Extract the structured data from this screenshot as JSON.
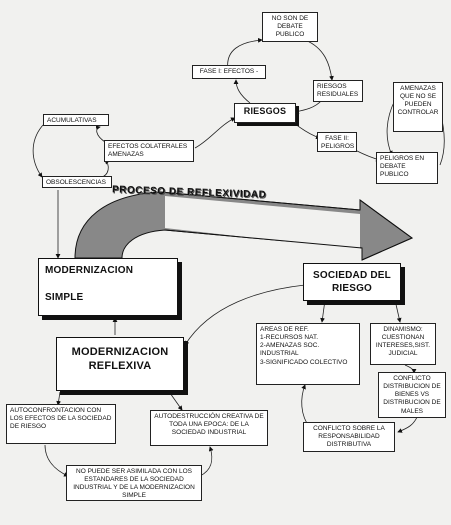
{
  "nodes": {
    "no_son_debate": "NO SON DE DEBATE PUBLICO",
    "fase1": "FASE I: EFECTOS -",
    "riesgos_residuales": "RIESGOS RESIDUALES",
    "amenazas_no_controlar": "AMENAZAS QUE NO SE PUEDEN CONTROLAR",
    "riesgos": "RIESGOS",
    "acumulativas": "ACUMULATIVAS",
    "efectos_colaterales": "EFECTOS COLATERALES AMENAZAS",
    "fase2": "FASE II: PELIGROS",
    "peligros_debate": "PELIGROS EN DEBATE PUBLICO",
    "obsolescencias": "OBSOLESCENCIAS",
    "proceso_reflexividad": "PROCESO DE REFLEXIVIDAD",
    "modernizacion_simple_1": "MODERNIZACION",
    "modernizacion_simple_2": "SIMPLE",
    "sociedad_riesgo": "SOCIEDAD DEL RIESGO",
    "areas_ref": "AREAS DE REF.\n1-RECURSOS NAT.\n2-AMENAZAS SOC. INDUSTRIAL\n3-SIGNIFICADO COLECTIVO",
    "dinamismo": "DINAMISMO: CUESTIONAN INTERESES,SIST. JUDICIAL",
    "modernizacion_reflexiva": "MODERNIZACION REFLEXIVA",
    "conflicto_distribucion": "CONFLICTO DISTRIBUCION DE BIENES VS DISTRIBUCION DE MALES",
    "autoconfrontacion": "AUTOCONFRONTACION CON LOS EFECTOS DE LA SOCIEDAD DE RIESGO",
    "autodestruccion": "AUTODESTRUCCIÓN CREATIVA DE TODA UNA EPOCA: DE LA SOCIEDAD INDUSTRIAL",
    "conflicto_responsabilidad": "CONFLICTO SOBRE LA RESPONSABILIDAD DISTRIBUTIVA",
    "no_puede_asimilada": "NO PUEDE SER ASIMILADA CON LOS ESTANDARES DE LA SOCIEDAD INDUSTRIAL Y DE LA MODERNIZACION SIMPLE"
  }
}
